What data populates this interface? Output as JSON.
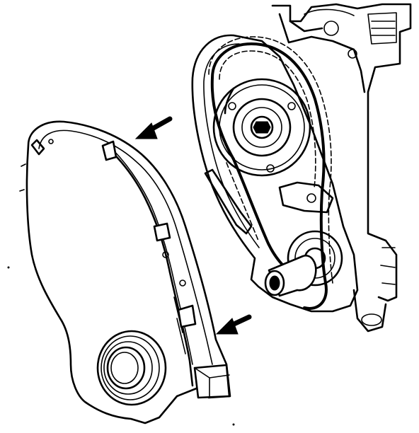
{
  "figure": {
    "kind": "line-drawing",
    "ink_color": "#000000",
    "background_color": "#ffffff",
    "parts": [
      {
        "name": "engine-block",
        "icon": "engine-block-outline"
      },
      {
        "name": "timing-chain-and-sprockets",
        "icon": "chain-sprocket"
      },
      {
        "name": "timing-cover",
        "icon": "cover-plate"
      },
      {
        "name": "crankshaft-seal",
        "icon": "seal-ring"
      }
    ],
    "arrows": [
      {
        "name": "removal-arrow-upper",
        "direction": "down-left"
      },
      {
        "name": "removal-arrow-lower",
        "direction": "down-left"
      }
    ]
  }
}
